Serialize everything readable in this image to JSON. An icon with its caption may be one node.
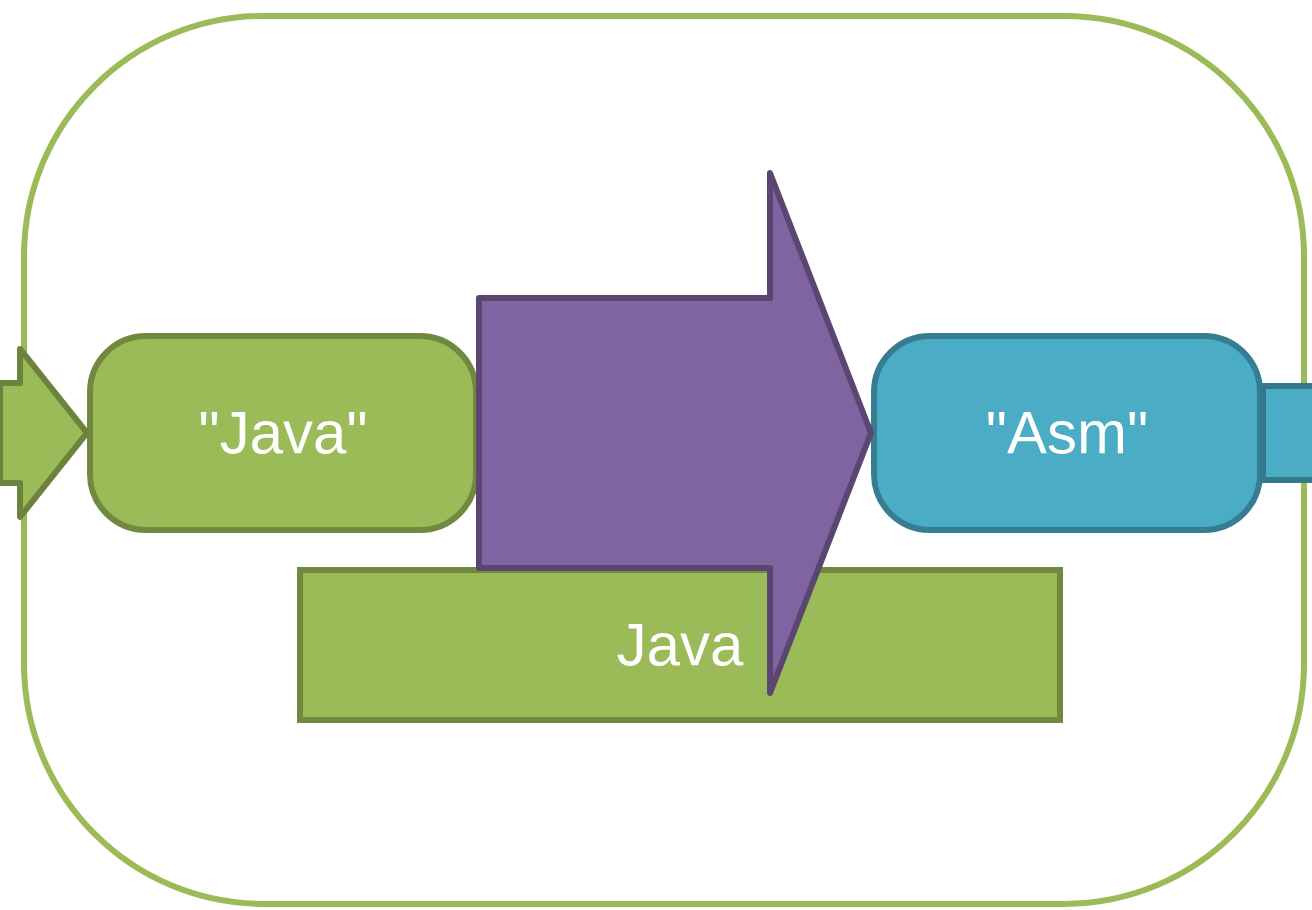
{
  "diagram": {
    "nodes": [
      {
        "text": [],
        "shape": "box"
      },
      {
        "text": [
          "\"Java\""
        ],
        "in": 0
      },
      {
        "text": [
          "\"Asm\""
        ],
        "in": 0
      },
      {
        "text": [
          "Java"
        ],
        "in": 0
      }
    ],
    "edges": [
      {
        "from": null,
        "to": 1,
        "arrow": "to",
        "color": "#9bbb59"
      },
      {
        "from": 1,
        "to": 2,
        "arrow": "to",
        "color": "#8064a2"
      },
      {
        "from": 2,
        "to": null,
        "arrow": "none",
        "color": "#4bacc6"
      }
    ]
  }
}
